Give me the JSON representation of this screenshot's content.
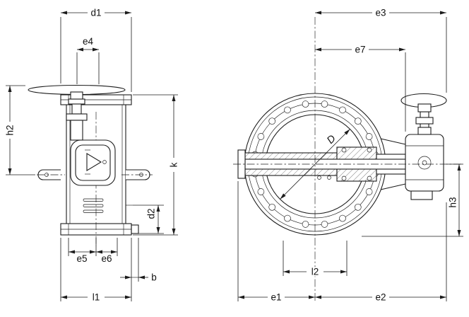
{
  "drawing": {
    "kind": "butterfly-valve-dimensional-drawing",
    "colors": {
      "line": "#1c1c1c",
      "background": "#ffffff"
    }
  },
  "labels": {
    "d1": "d1",
    "e4": "e4",
    "h2": "h2",
    "k": "k",
    "d2": "d2",
    "e5": "e5",
    "e6": "e6",
    "b": "b",
    "l1": "l1",
    "e3": "e3",
    "e7": "e7",
    "D": "D",
    "h3": "h3",
    "l2": "l2",
    "e1": "e1",
    "e2": "e2"
  }
}
